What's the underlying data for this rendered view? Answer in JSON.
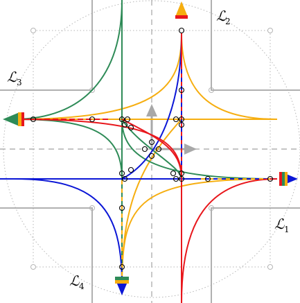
{
  "colors": {
    "blue": "#0b16d6",
    "red": "#e8171c",
    "green": "#2e8b57",
    "orange": "#f6ae10",
    "road_edge": "#b0b0b0",
    "center_dash": "#b0b0b0",
    "grey_arrow": "#a8a8a8"
  },
  "labels": {
    "L1": {
      "letter": "ℒ",
      "sub": "1"
    },
    "L2": {
      "letter": "ℒ",
      "sub": "2"
    },
    "L3": {
      "letter": "ℒ",
      "sub": "3"
    },
    "L4": {
      "letter": "ℒ",
      "sub": "4"
    }
  },
  "icons": [
    "arrowhead-icon",
    "node-circle-icon",
    "axis-arrow-icon"
  ]
}
